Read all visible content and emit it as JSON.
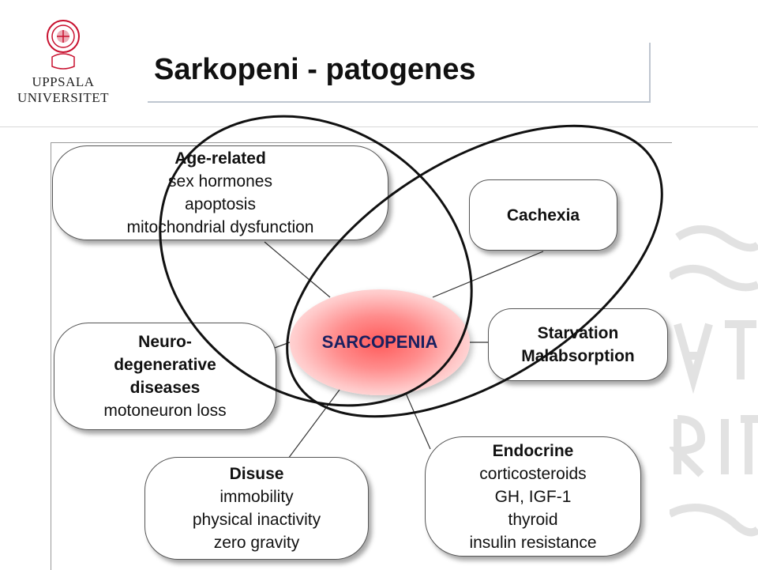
{
  "header": {
    "title": "Sarkopeni - patogenes",
    "logo_line1": "UPPSALA",
    "logo_line2": "UNIVERSITET"
  },
  "diagram": {
    "center": "SARCOPENIA",
    "age_related": {
      "heading": "Age-related",
      "lines": [
        "sex hormones",
        "apoptosis",
        "mitochondrial dysfunction"
      ]
    },
    "cachexia": {
      "heading": "Cachexia"
    },
    "neuro": {
      "heading_lines": [
        "Neuro-",
        "degenerative",
        "diseases"
      ],
      "lines": [
        "motoneuron loss"
      ]
    },
    "starvation": {
      "heading_lines": [
        "Starvation",
        "Malabsorption"
      ]
    },
    "disuse": {
      "heading": "Disuse",
      "lines": [
        "immobility",
        "physical inactivity",
        "zero gravity"
      ]
    },
    "endocrine": {
      "heading": "Endocrine",
      "lines": [
        "corticosteroids",
        "GH, IGF-1",
        "thyroid",
        "insulin resistance"
      ]
    }
  },
  "colors": {
    "center_fill": "#ff5a5a",
    "center_text": "#1a2060",
    "logo_red": "#c8102e"
  }
}
